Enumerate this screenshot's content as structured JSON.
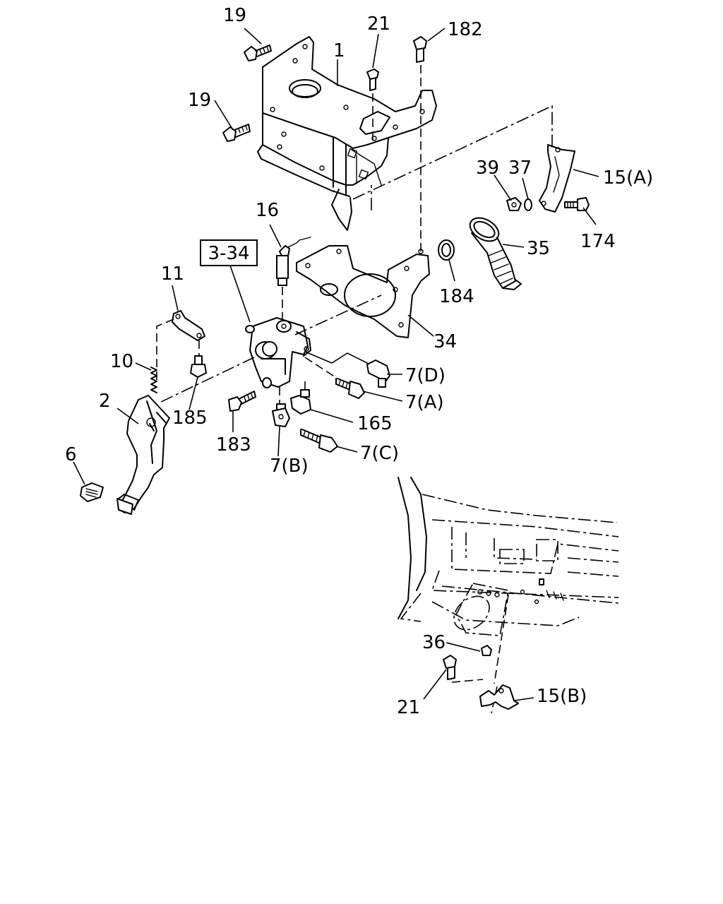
{
  "diagram": {
    "reference_box": "3-34",
    "labels": {
      "l19a": "19",
      "l21a": "21",
      "l182": "182",
      "l1": "1",
      "l19b": "19",
      "l39": "39",
      "l37": "37",
      "l15a": "15(A)",
      "l16": "16",
      "l174": "174",
      "l35": "35",
      "l11": "11",
      "l184": "184",
      "l34": "34",
      "l10": "10",
      "l7d": "7(D)",
      "l2": "2",
      "l7a": "7(A)",
      "l185": "185",
      "l165": "165",
      "l183": "183",
      "l7c": "7(C)",
      "l6": "6",
      "l7b": "7(B)",
      "l36": "36",
      "l15b": "15(B)",
      "l21b": "21"
    }
  }
}
